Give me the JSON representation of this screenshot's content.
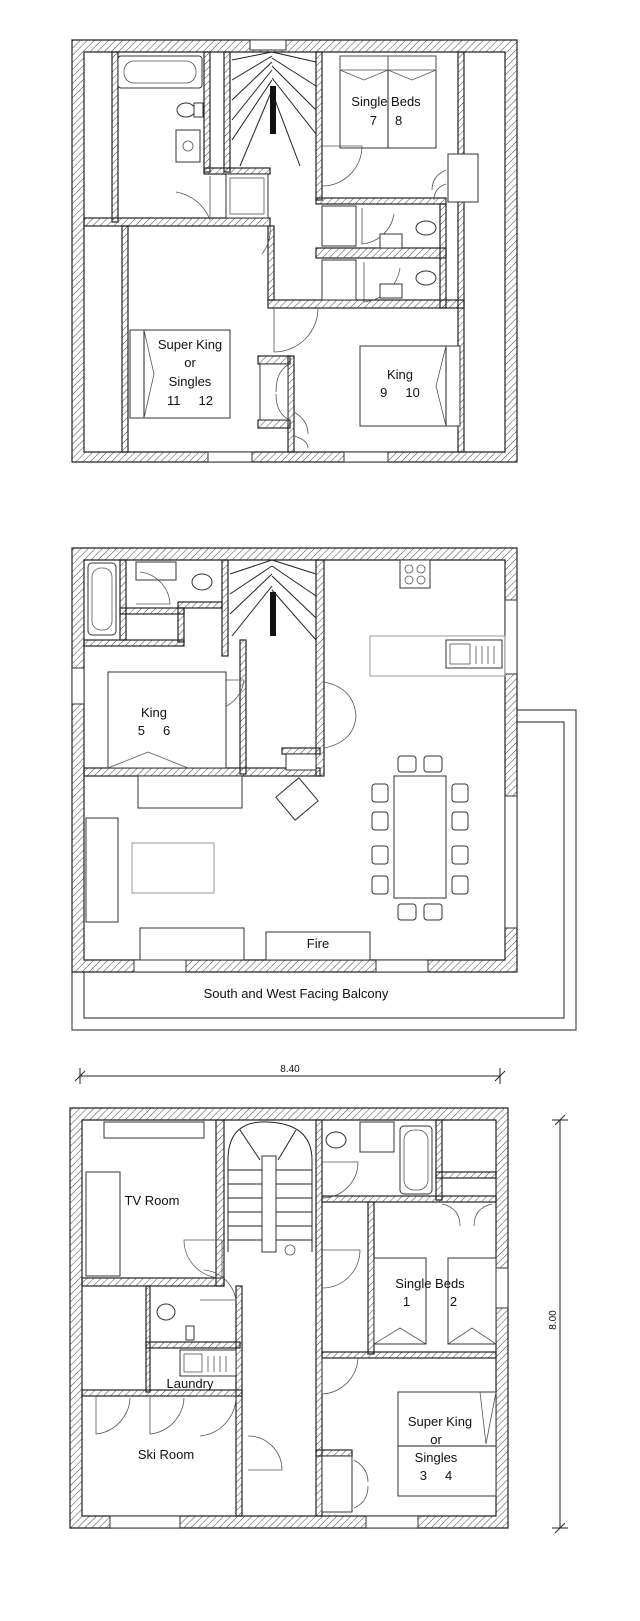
{
  "top_floor": {
    "single_beds_label": "Single Beds",
    "single_beds_numbers": "7     8",
    "super_king_line1": "Super King",
    "super_king_line2": "or",
    "super_king_line3": "Singles",
    "super_king_numbers": "11     12",
    "king_label": "King",
    "king_numbers": "9     10"
  },
  "middle_floor": {
    "king_label": "King",
    "king_numbers": "5     6",
    "fire_label": "Fire",
    "balcony_label": "South and West Facing Balcony"
  },
  "ground_floor": {
    "tv_room_label": "TV Room",
    "single_beds_label": "Single Beds",
    "single_beds_numbers": "1           2",
    "laundry_label": "Laundry",
    "ski_room_label": "Ski Room",
    "super_king_line1": "Super King",
    "super_king_line2": "or",
    "super_king_line3": "Singles",
    "super_king_numbers": "3     4"
  },
  "dimensions": {
    "width": "8.40",
    "depth": "8.00"
  }
}
